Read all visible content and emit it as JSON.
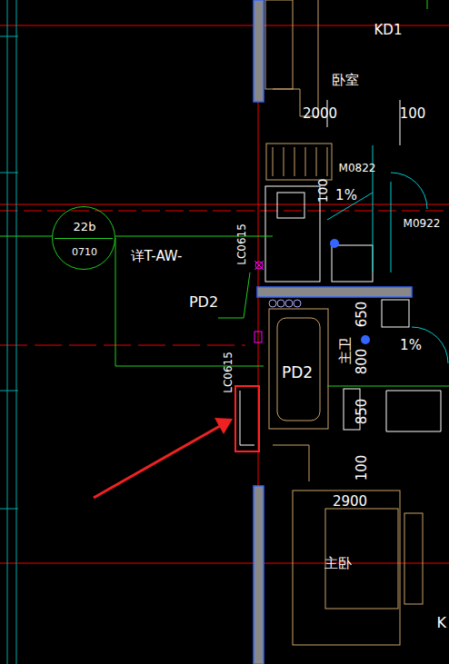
{
  "diagram": {
    "nodes": [
      {
        "text": [
          "22b",
          "0710"
        ]
      },
      {
        "text": [
          "PD2"
        ]
      }
    ],
    "labels": [
      "KD1",
      "卧室",
      "2000",
      "100",
      "M0822",
      "100",
      "1%",
      "M0922",
      "详T-AW-",
      "LC0615",
      "PD2",
      "650",
      "主卫",
      "1%",
      "800",
      "LC0615",
      "850",
      "100",
      "2900",
      "主卧",
      "K"
    ]
  }
}
